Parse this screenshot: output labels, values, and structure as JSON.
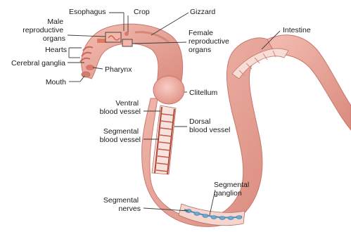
{
  "labels": {
    "esophagus": "Esophagus",
    "crop": "Crop",
    "gizzard": "Gizzard",
    "male_reproductive_organs": [
      "Male",
      "reproductive",
      "organs"
    ],
    "female_reproductive_organs": [
      "Female",
      "reproductive",
      "organs"
    ],
    "intestine": "Intestine",
    "hearts": "Hearts",
    "cerebral_ganglia": "Cerebral ganglia",
    "pharynx": "Pharynx",
    "mouth": "Mouth",
    "clitellum": "Clitellum",
    "ventral_blood_vessel": [
      "Ventral",
      "blood vessel"
    ],
    "dorsal_blood_vessel": [
      "Dorsal",
      "blood vessel"
    ],
    "segmental_blood_vessel": [
      "Segmental",
      "blood vessel"
    ],
    "segmental_ganglion": [
      "Segmental",
      "ganglion"
    ],
    "segmental_nerves": [
      "Segmental",
      "nerves"
    ]
  },
  "colors": {
    "body": "#e8a294",
    "body_dark": "#c9786c",
    "body_light": "#f6c7bd",
    "clitellum": "#f0b0a6",
    "organ": "#e07a5f",
    "nerve": "#4f8fbf",
    "line": "#3a3a3a",
    "text": "#1a1a1a"
  }
}
